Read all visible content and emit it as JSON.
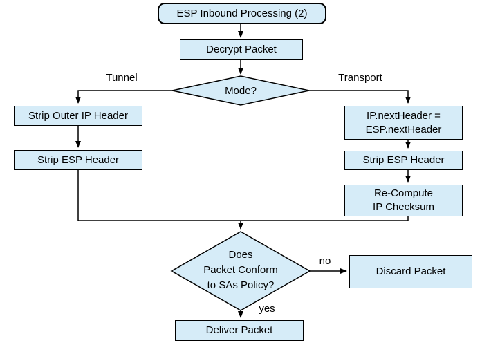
{
  "nodes": {
    "start": "ESP Inbound Processing (2)",
    "decrypt": "Decrypt Packet",
    "mode": "Mode?",
    "strip_outer_ip": "Strip Outer IP Header",
    "strip_esp_left": "Strip ESP Header",
    "ip_next_header": "IP.nextHeader =\nESP.nextHeader",
    "strip_esp_right": "Strip ESP Header",
    "recompute_checksum": "Re-Compute\nIP Checksum",
    "policy_check": "Does\nPacket Conform\nto SAs Policy?",
    "discard": "Discard Packet",
    "deliver": "Deliver Packet"
  },
  "edge_labels": {
    "tunnel": "Tunnel",
    "transport": "Transport",
    "no": "no",
    "yes": "yes"
  },
  "colors": {
    "node_fill": "#d6ecf8",
    "node_border": "#000000",
    "line": "#000000",
    "text": "#000000",
    "background": "#ffffff"
  }
}
